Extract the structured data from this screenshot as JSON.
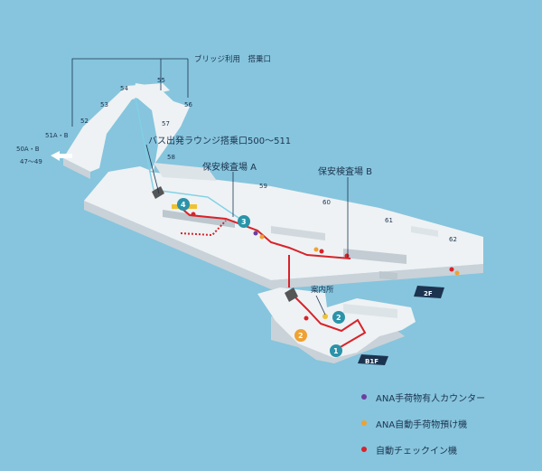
{
  "labels": {
    "bridge": "ブリッジ利用　搭乗口",
    "bus_lounge": "バス出発ラウンジ搭乗口500〜511",
    "security_a": "保安検査場 A",
    "security_b": "保安検査場 B",
    "info": "案内所",
    "left_gates_1": "50A・B",
    "left_gates_2": "47〜49",
    "floor_2f": "2F",
    "floor_b1f": "B1F"
  },
  "gates": [
    "51A・B",
    "52",
    "53",
    "54",
    "55",
    "56",
    "57",
    "58",
    "59",
    "60",
    "61",
    "62"
  ],
  "markers": [
    {
      "num": "4",
      "color": "#2a93a9"
    },
    {
      "num": "3",
      "color": "#2a93a9"
    },
    {
      "num": "2",
      "color": "#2a93a9"
    },
    {
      "num": "1",
      "color": "#2a93a9"
    },
    {
      "num": "2",
      "color": "#f0a131"
    }
  ],
  "legend": [
    {
      "text": "ANA手荷物有人カウンター",
      "color": "#6b3fa0",
      "icon": "purple-dot-icon"
    },
    {
      "text": "ANA自動手荷物預け機",
      "color": "#f0a131",
      "icon": "orange-dot-icon"
    },
    {
      "text": "自動チェックイン機",
      "color": "#d8232a",
      "icon": "red-dot-icon"
    }
  ]
}
